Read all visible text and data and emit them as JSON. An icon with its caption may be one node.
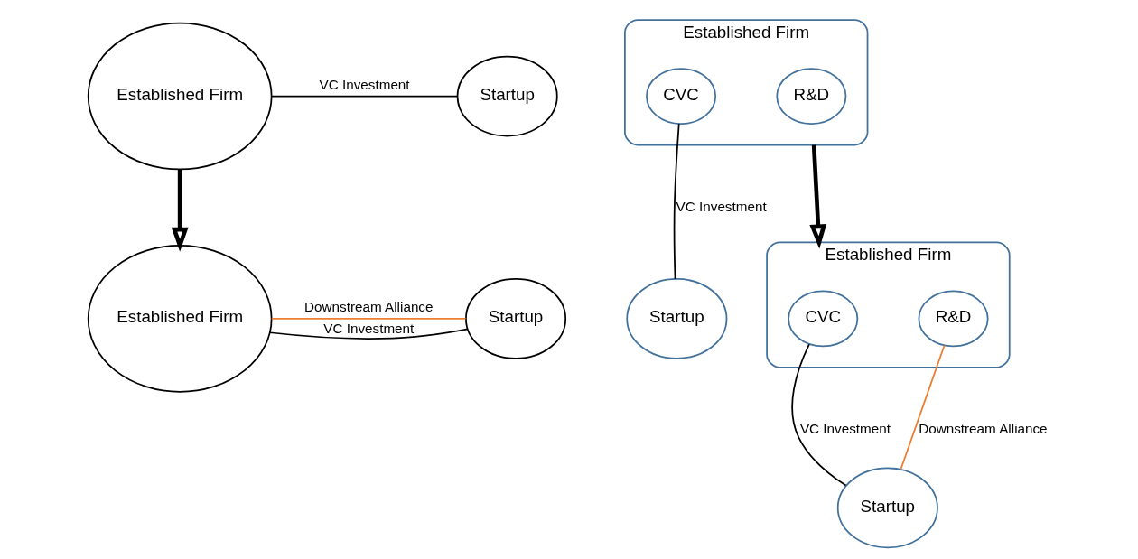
{
  "diagram": {
    "nodes": [
      {
        "text": [
          "Established Firm"
        ]
      },
      {
        "text": [
          "Startup"
        ]
      },
      {
        "text": [
          "Established Firm"
        ]
      },
      {
        "text": [
          "CVC"
        ],
        "in": 2
      },
      {
        "text": [
          "R&D"
        ],
        "in": 2
      },
      {
        "text": [
          "Startup"
        ]
      },
      {
        "text": [
          "Established Firm"
        ]
      },
      {
        "text": [
          "Startup"
        ]
      },
      {
        "text": [
          "Established Firm"
        ]
      },
      {
        "text": [
          "CVC"
        ],
        "in": 8
      },
      {
        "text": [
          "R&D"
        ],
        "in": 8
      },
      {
        "text": [
          "Startup"
        ]
      }
    ],
    "edges": [
      {
        "from": 0,
        "to": 1,
        "arrow": "none",
        "label": "VC Investment"
      },
      {
        "from": 3,
        "to": 5,
        "arrow": "none",
        "label": "VC Investment"
      },
      {
        "from": 0,
        "to": 6,
        "arrow": "to",
        "style": "thick"
      },
      {
        "from": 2,
        "to": 8,
        "arrow": "to",
        "style": "thick"
      },
      {
        "from": 6,
        "to": 7,
        "arrow": "none",
        "label": "VC Investment"
      },
      {
        "from": 6,
        "to": 7,
        "arrow": "none",
        "label": "Downstream Alliance",
        "color": "#ed7d31"
      },
      {
        "from": 9,
        "to": 11,
        "arrow": "none",
        "label": "VC Investment"
      },
      {
        "from": 10,
        "to": 11,
        "arrow": "none",
        "label": "Downstream Alliance",
        "color": "#ed7d31"
      }
    ]
  }
}
